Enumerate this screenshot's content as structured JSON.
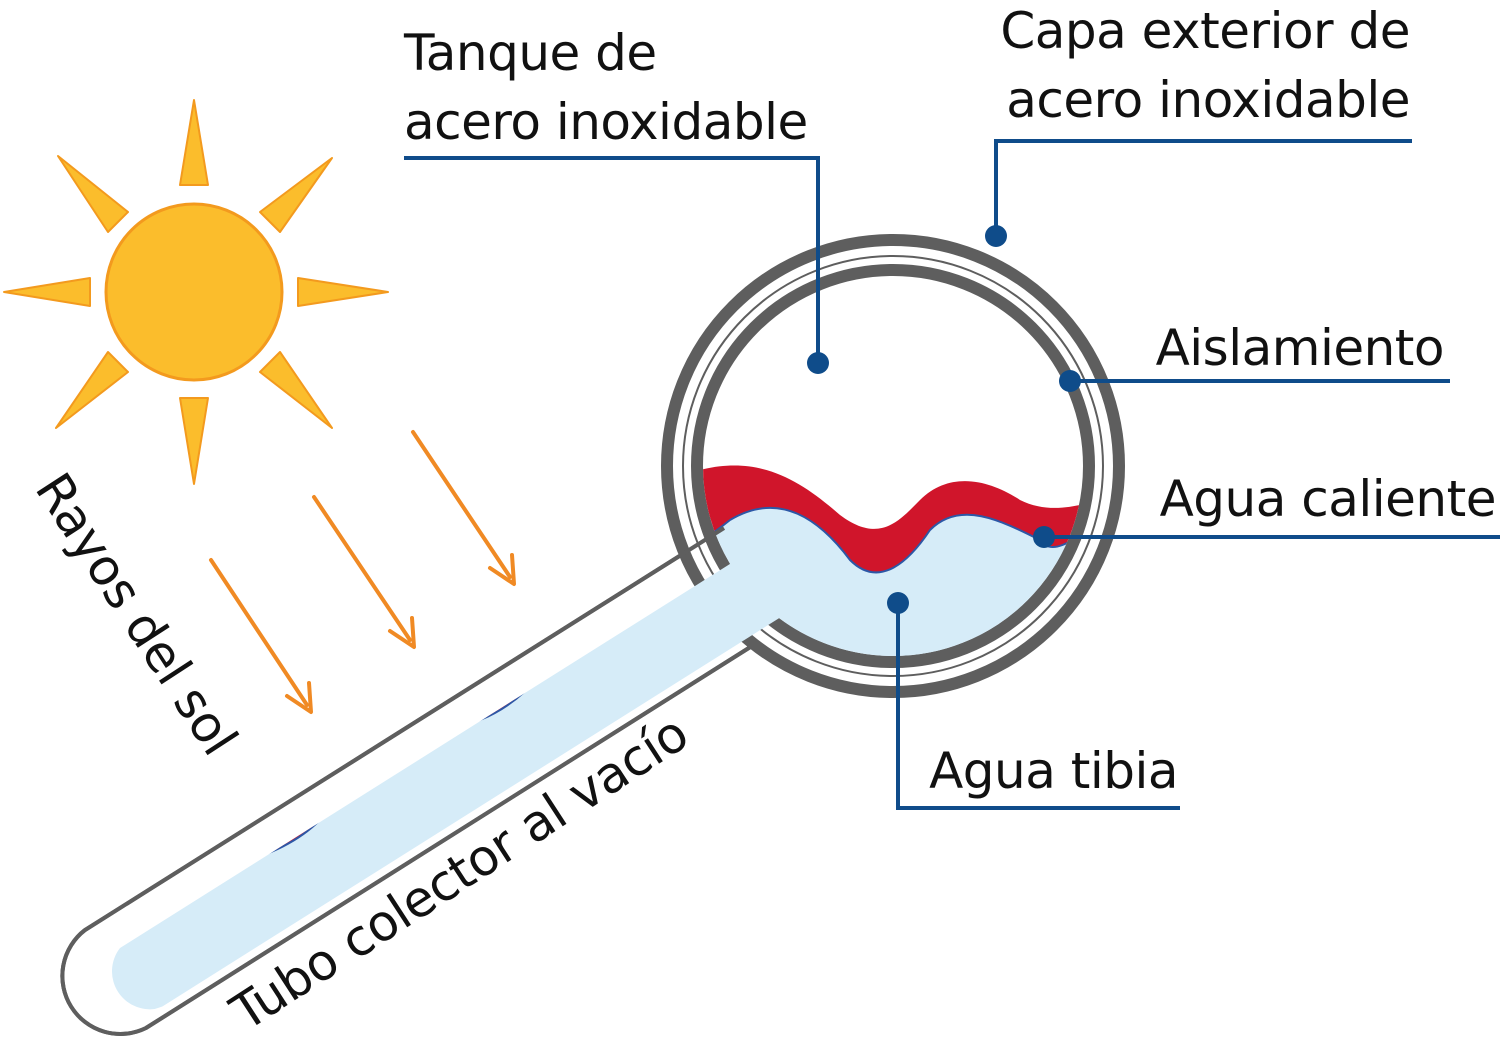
{
  "labels": {
    "tank": [
      "Tanque de",
      "acero inoxidable"
    ],
    "outer_layer": [
      "Capa exterior de",
      "acero inoxidable"
    ],
    "insulation": "Aislamiento",
    "hot_water": "Agua caliente",
    "warm_water": "Agua tibia",
    "sun_rays": "Rayos del sol",
    "collector_tube": "Tubo colector al vacío"
  },
  "colors": {
    "sun": "#fbbd2c",
    "sun_outline": "#f39a1e",
    "rays": "#f08a24",
    "leader": "#0f4c8a",
    "hot_water": "#d0152b",
    "warm_water": "#d6ecf8",
    "shell": "#5e5e5e"
  },
  "icons": {
    "sun": "sun-icon",
    "ray": "arrow-down-right-icon"
  }
}
